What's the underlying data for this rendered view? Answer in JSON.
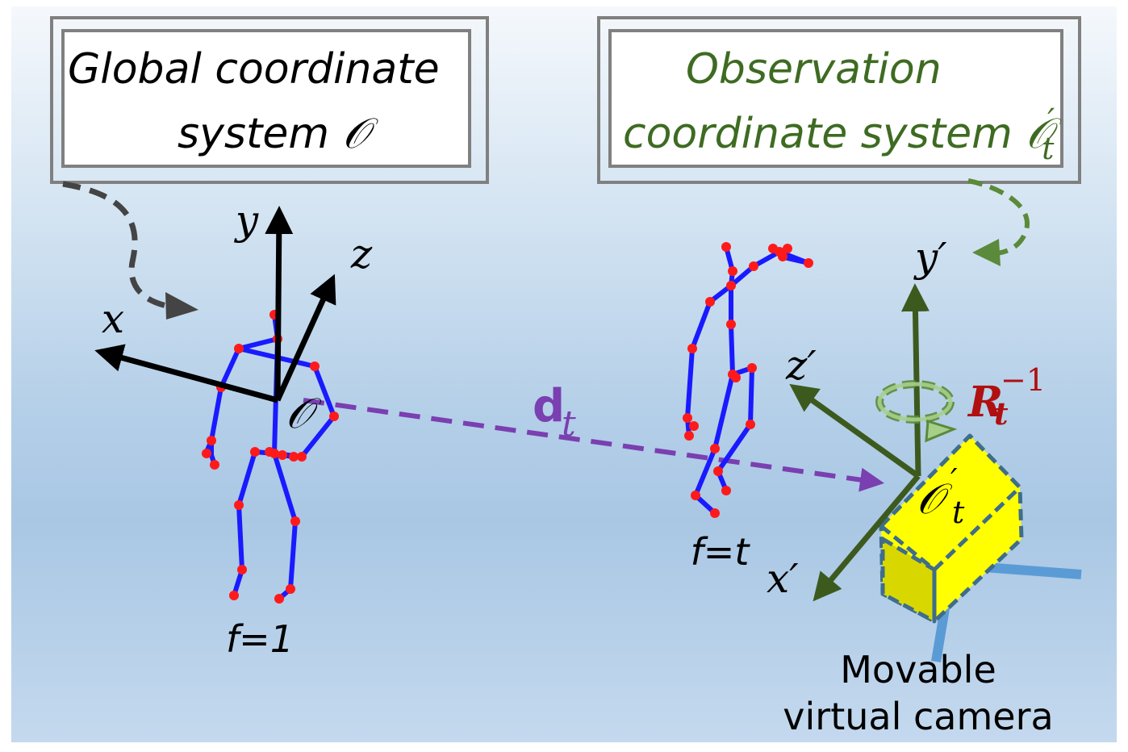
{
  "global_box": {
    "line1": "Global coordinate",
    "line2_text": "system ",
    "symbol": "𝒪"
  },
  "observation_box": {
    "line1": "Observation",
    "line2_text": "coordinate system ",
    "symbol": "𝒪",
    "symbol_prime": "′",
    "symbol_sub": "t"
  },
  "global_axes": {
    "x_label": "x",
    "y_label": "y",
    "z_label": "z",
    "origin_label": "𝒪"
  },
  "observation_axes": {
    "x_label": "x′",
    "y_label": "y′",
    "z_label": "z′",
    "origin_label": "𝒪",
    "origin_prime": "′",
    "origin_sub": "t"
  },
  "translation": {
    "symbol": "d",
    "sub": "t"
  },
  "rotation": {
    "symbol": "R",
    "sub": "t",
    "sup": "−1"
  },
  "frames": {
    "first": "f=1",
    "current": "f=t"
  },
  "camera": {
    "line1": "Movable",
    "line2": "virtual camera"
  },
  "colors": {
    "skeleton_bone": "#1a1aff",
    "skeleton_joint": "#ff1a1a",
    "global_axis": "#000000",
    "observation_axis": "#3d5a1e",
    "observation_text": "#3e6b22",
    "translation_arrow": "#7a3fb0",
    "rotation_label": "#b01010",
    "camera_body": "#ffff00",
    "camera_edge": "#3f6d8a",
    "tripod": "#5b9bd5"
  }
}
